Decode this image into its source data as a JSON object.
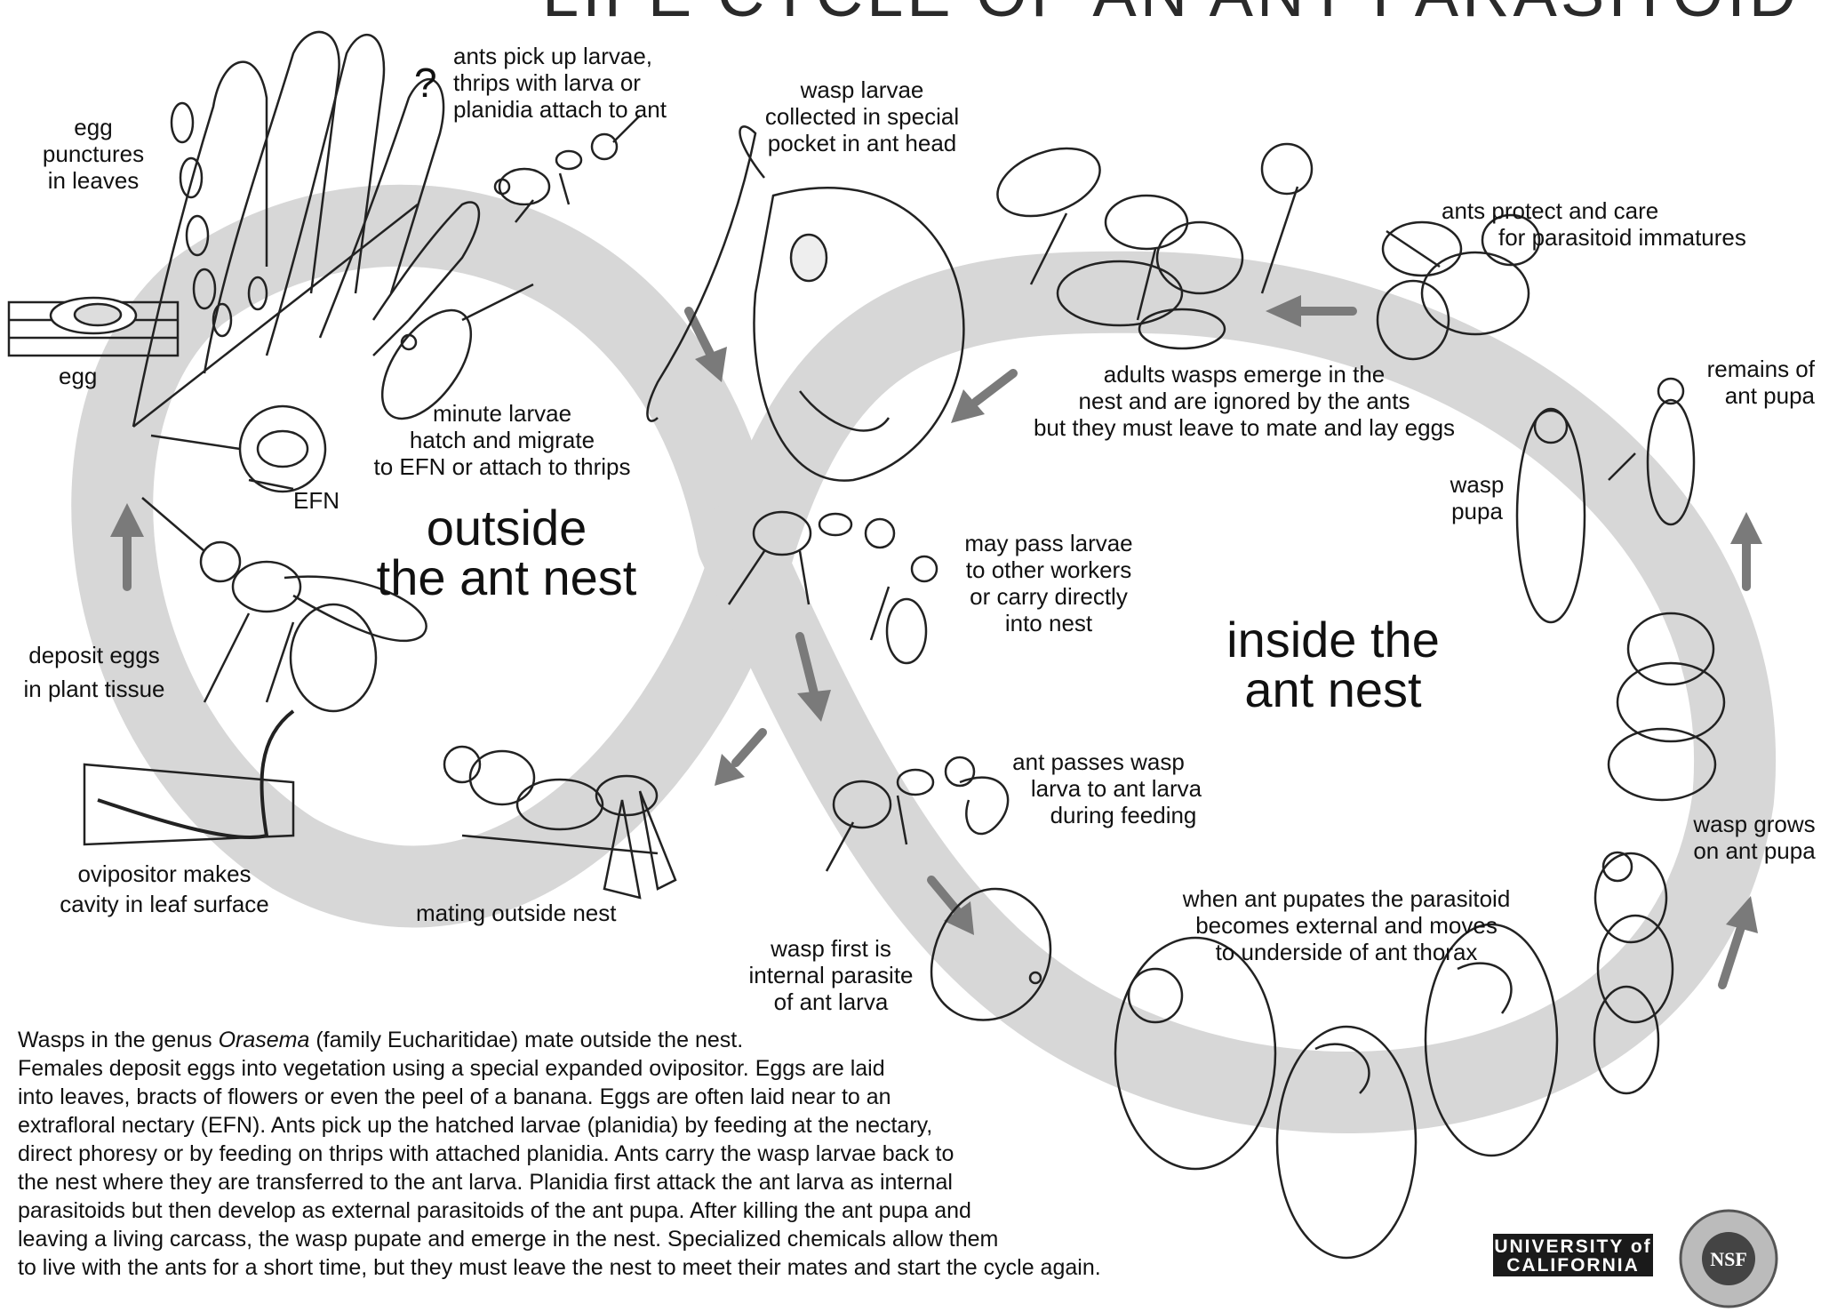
{
  "title": "LIFE CYCLE OF AN ANT PARASITOID",
  "region_labels": {
    "outside": [
      "outside",
      "the ant nest"
    ],
    "inside": [
      "inside the",
      "ant nest"
    ]
  },
  "question_mark": "?",
  "labels": {
    "egg_punctures": [
      "egg",
      "punctures",
      "in leaves"
    ],
    "egg": "egg",
    "efn": "EFN",
    "ants_pick_up": [
      "ants pick up larvae,",
      "thrips with larva or",
      "planidia attach to ant"
    ],
    "minute_larvae": [
      "minute larvae",
      "hatch and migrate",
      "to EFN or attach to thrips"
    ],
    "wasp_larvae_collected": [
      "wasp larvae",
      "collected in special",
      "pocket in ant head"
    ],
    "ants_protect": [
      "ants protect and care",
      "for parasitoid immatures"
    ],
    "adults_emerge": [
      "adults wasps emerge in the",
      "nest and are ignored by the ants",
      "but they must leave to mate and lay eggs"
    ],
    "remains": [
      "remains of",
      "ant pupa"
    ],
    "wasp_pupa": [
      "wasp",
      "pupa"
    ],
    "may_pass": [
      "may pass larvae",
      "to other workers",
      "or carry directly",
      "into nest"
    ],
    "deposit_eggs": [
      "deposit eggs",
      "in plant tissue"
    ],
    "ovipositor": [
      "ovipositor makes",
      "cavity in leaf surface"
    ],
    "mating": "mating outside nest",
    "ant_passes": [
      "ant passes wasp",
      "larva to ant larva",
      "during feeding"
    ],
    "wasp_first": [
      "wasp first is",
      "internal parasite",
      "of ant larva"
    ],
    "when_pupates": [
      "when ant pupates the parasitoid",
      "becomes external and moves",
      "to underside of ant thorax"
    ],
    "wasp_grows": [
      "wasp grows",
      "on ant pupa"
    ]
  },
  "description": {
    "lines": [
      [
        "Wasps in the genus ",
        "Orasema",
        " (family Eucharitidae) mate outside the nest."
      ],
      "Females deposit eggs into vegetation using a special expanded ovipositor. Eggs are laid",
      "into leaves, bracts of flowers or even the peel of a banana. Eggs are often laid near to an",
      "extrafloral nectary (EFN). Ants pick up the hatched larvae (planidia) by feeding at the nectary,",
      "direct phoresy or by feeding on thrips with attached planidia. Ants carry the wasp larvae back to",
      "the nest where they are transferred to the ant larva. Planidia first attack the ant larva as internal",
      "parasitoids but then develop as external parasitoids of the ant pupa. After killing the ant pupa and",
      "leaving a living carcass, the wasp pupate and emerge in the nest. Specialized chemicals allow them",
      "to live with the ants for a short time, but they must leave the nest to meet their mates and start the cycle again."
    ]
  },
  "logos": {
    "university": [
      "UNIVERSITY of",
      "CALIFORNIA"
    ],
    "nsf": "NSF"
  },
  "colors": {
    "track": "#d7d7d7",
    "arrow": "#7a7a7a",
    "ink": "#222222",
    "paper": "#ffffff"
  }
}
